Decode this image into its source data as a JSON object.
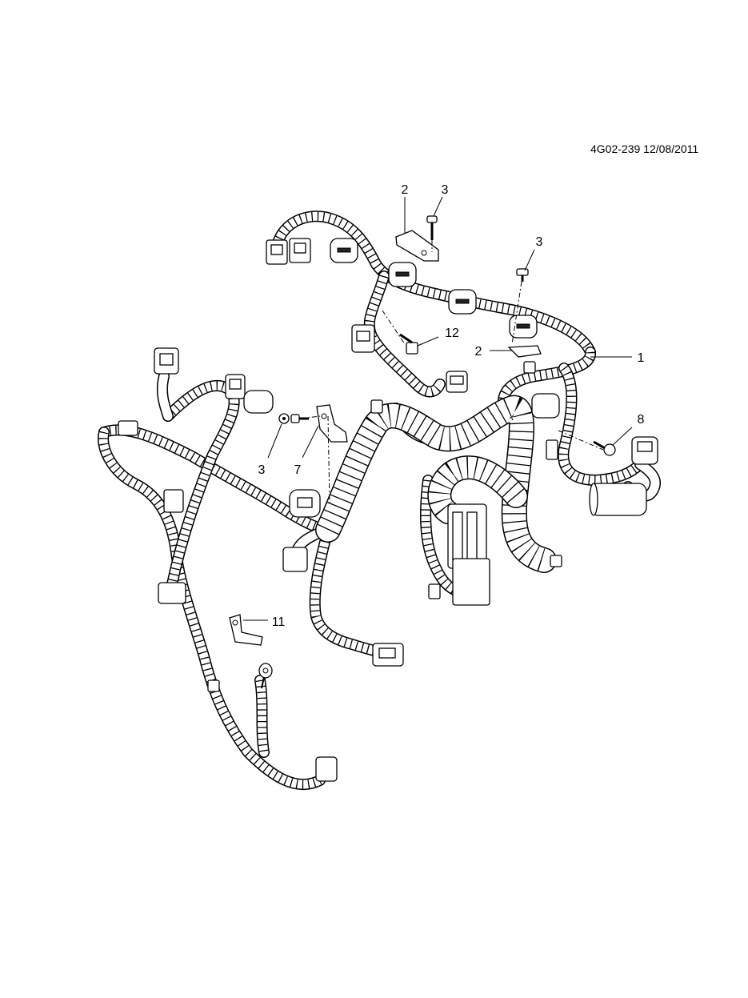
{
  "document": {
    "id": "4G02-239 12/08/2011"
  },
  "callouts": [
    {
      "id": "c1",
      "label": "1"
    },
    {
      "id": "c2a",
      "label": "2"
    },
    {
      "id": "c2b",
      "label": "2"
    },
    {
      "id": "c3a",
      "label": "3"
    },
    {
      "id": "c3b",
      "label": "3"
    },
    {
      "id": "c3c",
      "label": "3"
    },
    {
      "id": "c7",
      "label": "7"
    },
    {
      "id": "c8",
      "label": "8"
    },
    {
      "id": "c11",
      "label": "11"
    },
    {
      "id": "c12",
      "label": "12"
    }
  ]
}
